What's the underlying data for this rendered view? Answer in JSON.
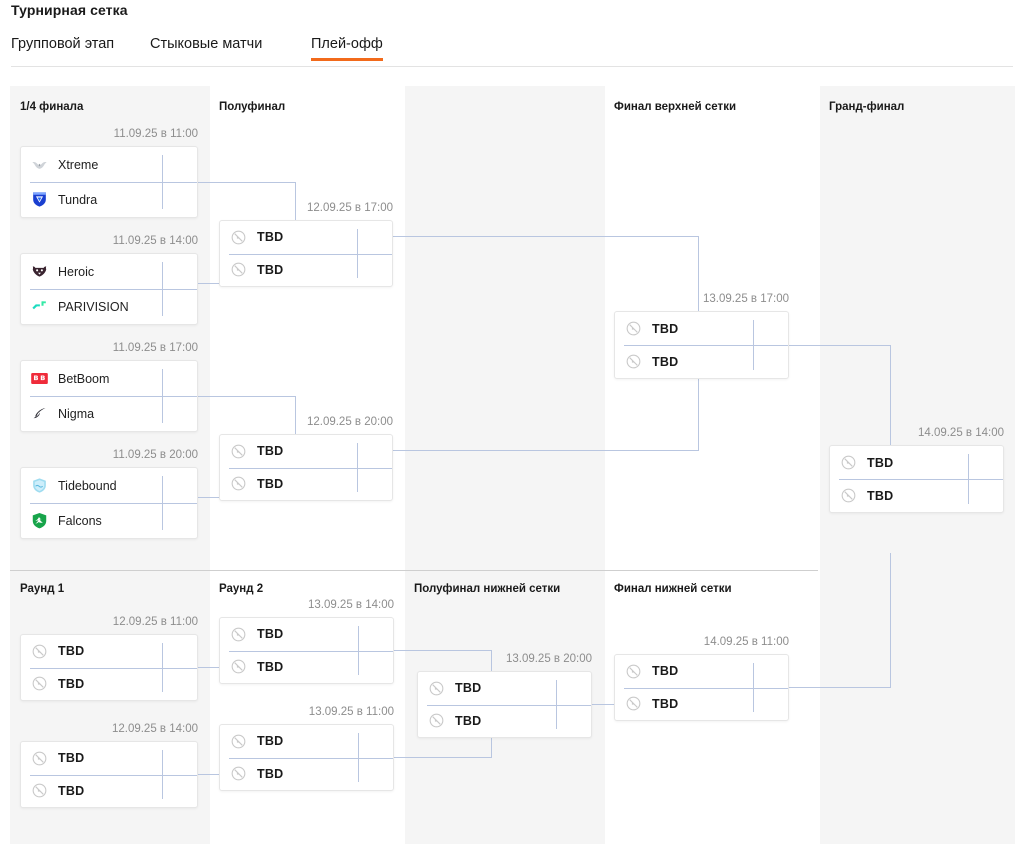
{
  "header": {
    "title": "Турнирная сетка",
    "tabs": [
      {
        "label": "Групповой этап",
        "active": false
      },
      {
        "label": "Стыковые матчи",
        "active": false
      },
      {
        "label": "Плей-офф",
        "active": true
      }
    ]
  },
  "theme": {
    "accent": "#f26a1b",
    "column_bg": "#f5f5f5",
    "connector": "#b9c6e0",
    "card_border": "#e6e6e6",
    "date_text": "#8d8d8d"
  },
  "upper_bracket": {
    "rounds": [
      {
        "title": "1/4 финала"
      },
      {
        "title": "Полуфинал"
      },
      {
        "title": "Финал верхней сетки"
      },
      {
        "title": "Гранд-финал"
      }
    ],
    "matches": {
      "qf1": {
        "date": "11.09.25 в 11:00",
        "teams": [
          {
            "name": "Xtreme",
            "logo": "xtreme-logo"
          },
          {
            "name": "Tundra",
            "logo": "tundra-logo"
          }
        ]
      },
      "qf2": {
        "date": "11.09.25 в 14:00",
        "teams": [
          {
            "name": "Heroic",
            "logo": "heroic-logo"
          },
          {
            "name": "PARIVISION",
            "logo": "parivision-logo"
          }
        ]
      },
      "qf3": {
        "date": "11.09.25 в 17:00",
        "teams": [
          {
            "name": "BetBoom",
            "logo": "betboom-logo"
          },
          {
            "name": "Nigma",
            "logo": "nigma-logo"
          }
        ]
      },
      "qf4": {
        "date": "11.09.25 в 20:00",
        "teams": [
          {
            "name": "Tidebound",
            "logo": "tidebound-logo"
          },
          {
            "name": "Falcons",
            "logo": "falcons-logo"
          }
        ]
      },
      "sf1": {
        "date": "12.09.25 в 17:00",
        "teams": [
          {
            "name": "TBD",
            "logo": "tbd-icon"
          },
          {
            "name": "TBD",
            "logo": "tbd-icon"
          }
        ]
      },
      "sf2": {
        "date": "12.09.25 в 20:00",
        "teams": [
          {
            "name": "TBD",
            "logo": "tbd-icon"
          },
          {
            "name": "TBD",
            "logo": "tbd-icon"
          }
        ]
      },
      "ubf": {
        "date": "13.09.25 в 17:00",
        "teams": [
          {
            "name": "TBD",
            "logo": "tbd-icon"
          },
          {
            "name": "TBD",
            "logo": "tbd-icon"
          }
        ]
      },
      "gf": {
        "date": "14.09.25 в 14:00",
        "teams": [
          {
            "name": "TBD",
            "logo": "tbd-icon"
          },
          {
            "name": "TBD",
            "logo": "tbd-icon"
          }
        ]
      }
    }
  },
  "lower_bracket": {
    "rounds": [
      {
        "title": "Раунд 1"
      },
      {
        "title": "Раунд 2"
      },
      {
        "title": "Полуфинал нижней сетки"
      },
      {
        "title": "Финал нижней сетки"
      }
    ],
    "matches": {
      "lr1m1": {
        "date": "12.09.25 в 11:00",
        "teams": [
          {
            "name": "TBD",
            "logo": "tbd-icon"
          },
          {
            "name": "TBD",
            "logo": "tbd-icon"
          }
        ]
      },
      "lr1m2": {
        "date": "12.09.25 в 14:00",
        "teams": [
          {
            "name": "TBD",
            "logo": "tbd-icon"
          },
          {
            "name": "TBD",
            "logo": "tbd-icon"
          }
        ]
      },
      "lr2m1": {
        "date": "13.09.25 в 14:00",
        "teams": [
          {
            "name": "TBD",
            "logo": "tbd-icon"
          },
          {
            "name": "TBD",
            "logo": "tbd-icon"
          }
        ]
      },
      "lr2m2": {
        "date": "13.09.25 в 11:00",
        "teams": [
          {
            "name": "TBD",
            "logo": "tbd-icon"
          },
          {
            "name": "TBD",
            "logo": "tbd-icon"
          }
        ]
      },
      "lbsf": {
        "date": "13.09.25 в 20:00",
        "teams": [
          {
            "name": "TBD",
            "logo": "tbd-icon"
          },
          {
            "name": "TBD",
            "logo": "tbd-icon"
          }
        ]
      },
      "lbf": {
        "date": "14.09.25 в 11:00",
        "teams": [
          {
            "name": "TBD",
            "logo": "tbd-icon"
          },
          {
            "name": "TBD",
            "logo": "tbd-icon"
          }
        ]
      }
    }
  }
}
